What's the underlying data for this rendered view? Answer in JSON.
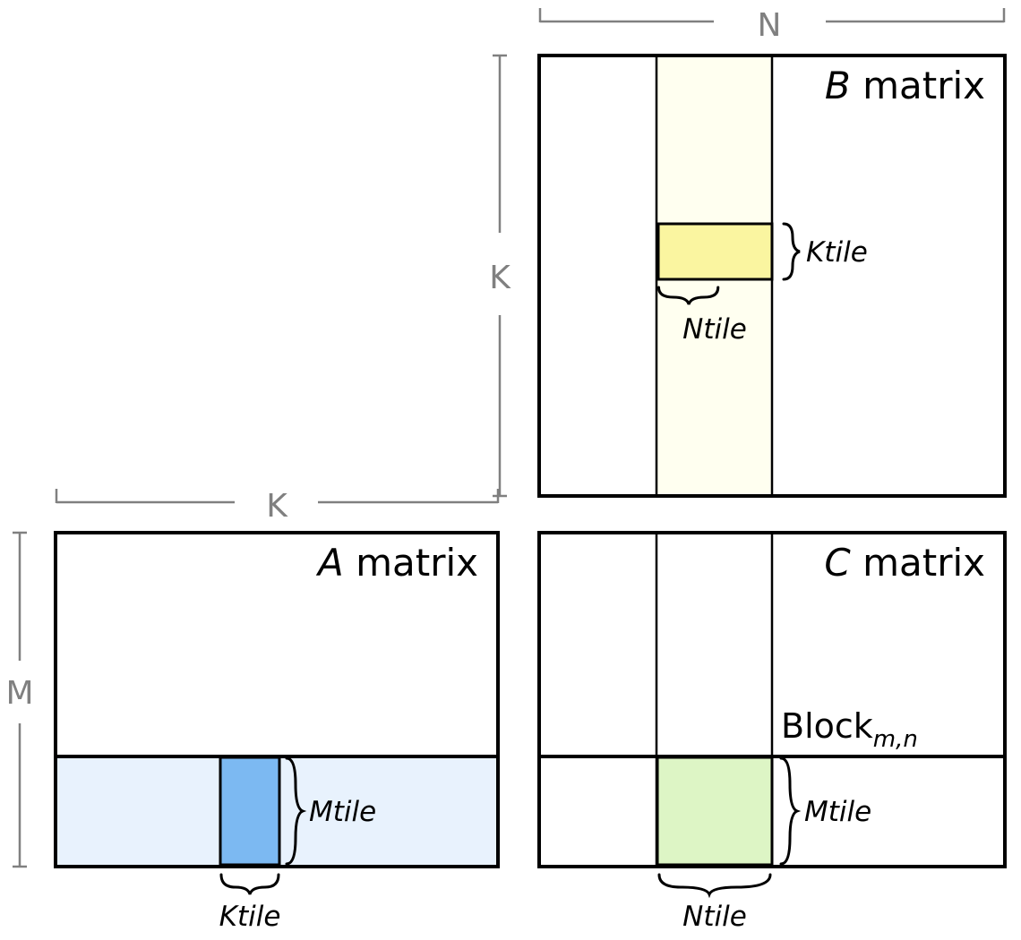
{
  "figure": {
    "description": "Tiled matrix multiplication blocking diagram",
    "colors": {
      "outline": "#000000",
      "dim_line": "#808080",
      "b_column_strip": "#fffff0",
      "b_tile_yellow": "#faf5a0",
      "a_row_strip": "#e8f2fd",
      "a_tile_blue": "#7cb9f2",
      "c_tile_green": "#ddf5c5",
      "background": "#ffffff"
    }
  },
  "dimensions": {
    "n_label": "N",
    "k_vertical_label": "K",
    "k_horizontal_label": "K",
    "m_label": "M"
  },
  "matrices": {
    "b": {
      "title_var": "B",
      "title_rest": " matrix",
      "tile_height_label": "Ktile",
      "tile_width_label": "Ntile"
    },
    "a": {
      "title_var": "A",
      "title_rest": " matrix",
      "tile_height_label": "Mtile",
      "tile_width_label": "Ktile"
    },
    "c": {
      "title_var": "C",
      "title_rest": " matrix",
      "block_label": "Block",
      "block_subscript": "m,n",
      "tile_height_label": "Mtile",
      "tile_width_label": "Ntile"
    }
  }
}
